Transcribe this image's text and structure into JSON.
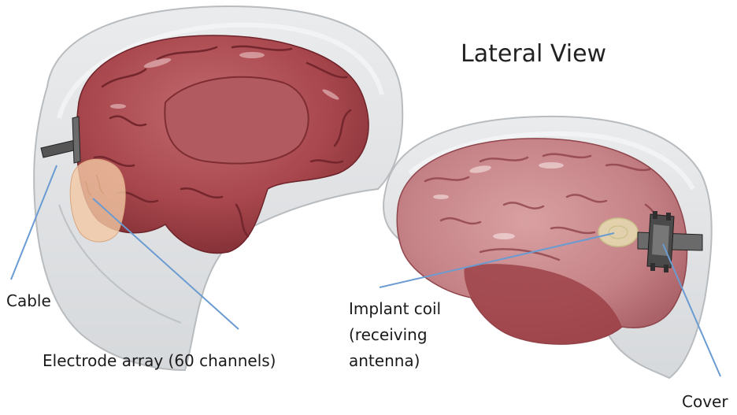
{
  "title": "Lateral View",
  "labels": {
    "cable": "Cable",
    "electrode_array": "Electrode array (60 channels)",
    "implant_coil_line1": "Implant coil",
    "implant_coil_line2": "(receiving",
    "implant_coil_line3": "antenna)",
    "cover": "Cover"
  },
  "colors": {
    "brain": "#a8474d",
    "brain_dark": "#7e2d33",
    "brain_light": "#c9797c",
    "head_shell": "#d9dbdd",
    "electrode": "#f2c8a4",
    "coil": "#e8e2b4",
    "leader_line": "#6a9bd1",
    "hardware": "#3c3c3c"
  }
}
